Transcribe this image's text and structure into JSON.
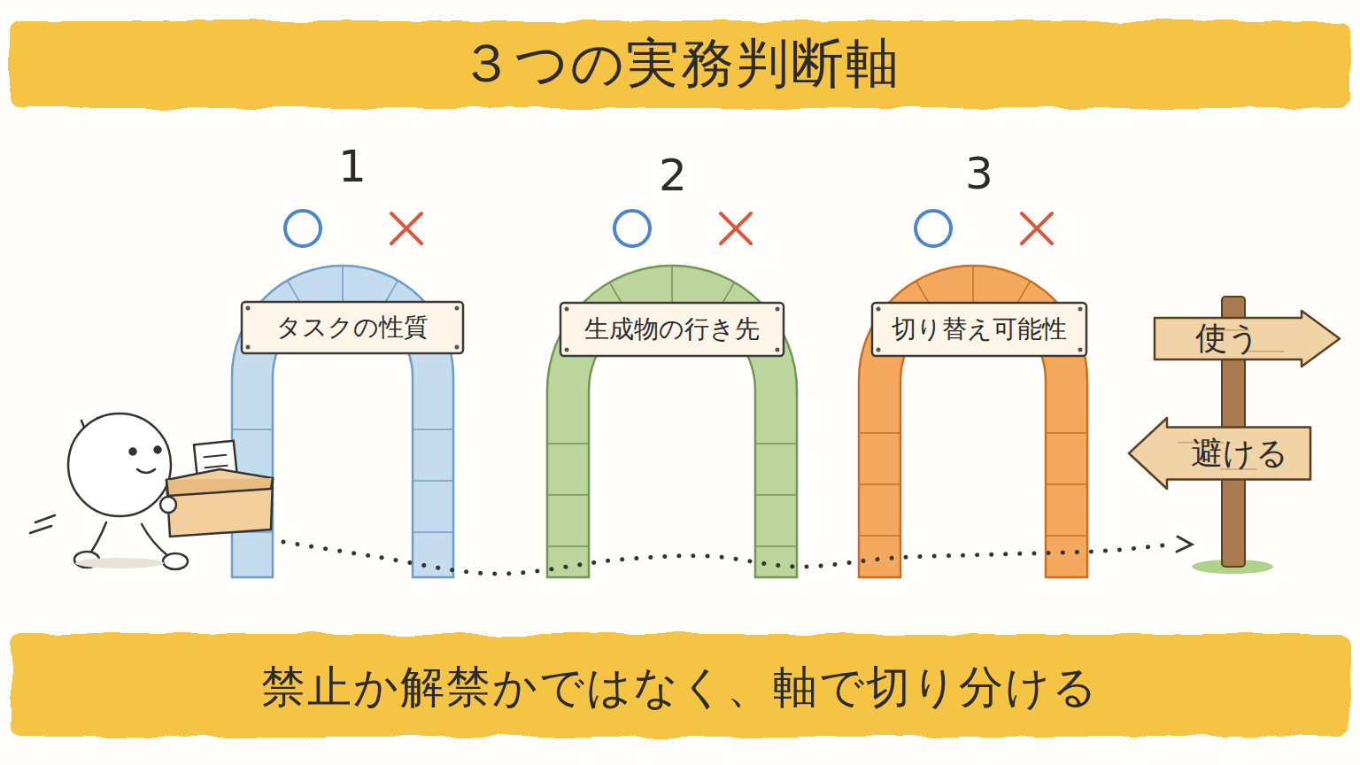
{
  "diagram": {
    "title": "３つの実務判断軸",
    "caption": "禁止か解禁かではなく、軸で切り分ける",
    "nodes": [
      {
        "text": [
          "タスクの性質"
        ]
      },
      {
        "text": [
          "生成物の行き先"
        ]
      },
      {
        "text": [
          "切り替え可能性"
        ]
      },
      {
        "text": [
          "使う"
        ]
      },
      {
        "text": [
          "避ける"
        ]
      }
    ],
    "labels": [
      "1",
      "2",
      "3"
    ]
  }
}
